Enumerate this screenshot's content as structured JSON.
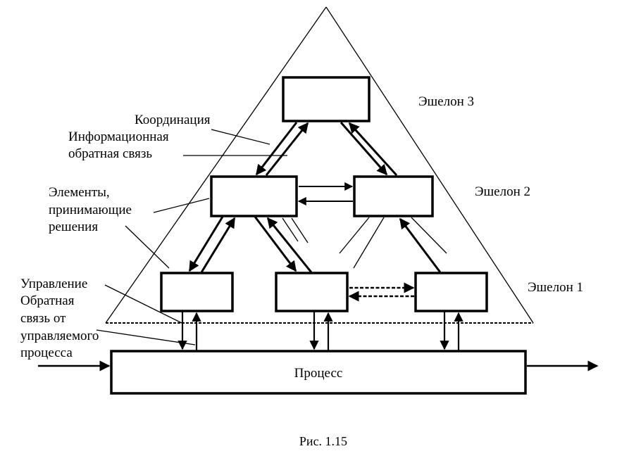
{
  "figure": {
    "caption": "Рис. 1.15",
    "echelons": [
      {
        "label": "Эшелон 3"
      },
      {
        "label": "Эшелон 2"
      },
      {
        "label": "Эшелон 1"
      }
    ],
    "process": {
      "label": "Процесс"
    },
    "annotations": {
      "coordination": "Координация",
      "info_feedback_line1": "Информационная",
      "info_feedback_line2": "обратная связь",
      "decision_elements_line1": "Элементы,",
      "decision_elements_line2": "принимающие",
      "decision_elements_line3": "решения",
      "control": "Управление",
      "process_feedback_line1": "Обратная",
      "process_feedback_line2": "связь от",
      "process_feedback_line3": "управляемого",
      "process_feedback_line4": "процесса"
    },
    "colors": {
      "ink": "#000000",
      "paper": "#ffffff"
    }
  }
}
